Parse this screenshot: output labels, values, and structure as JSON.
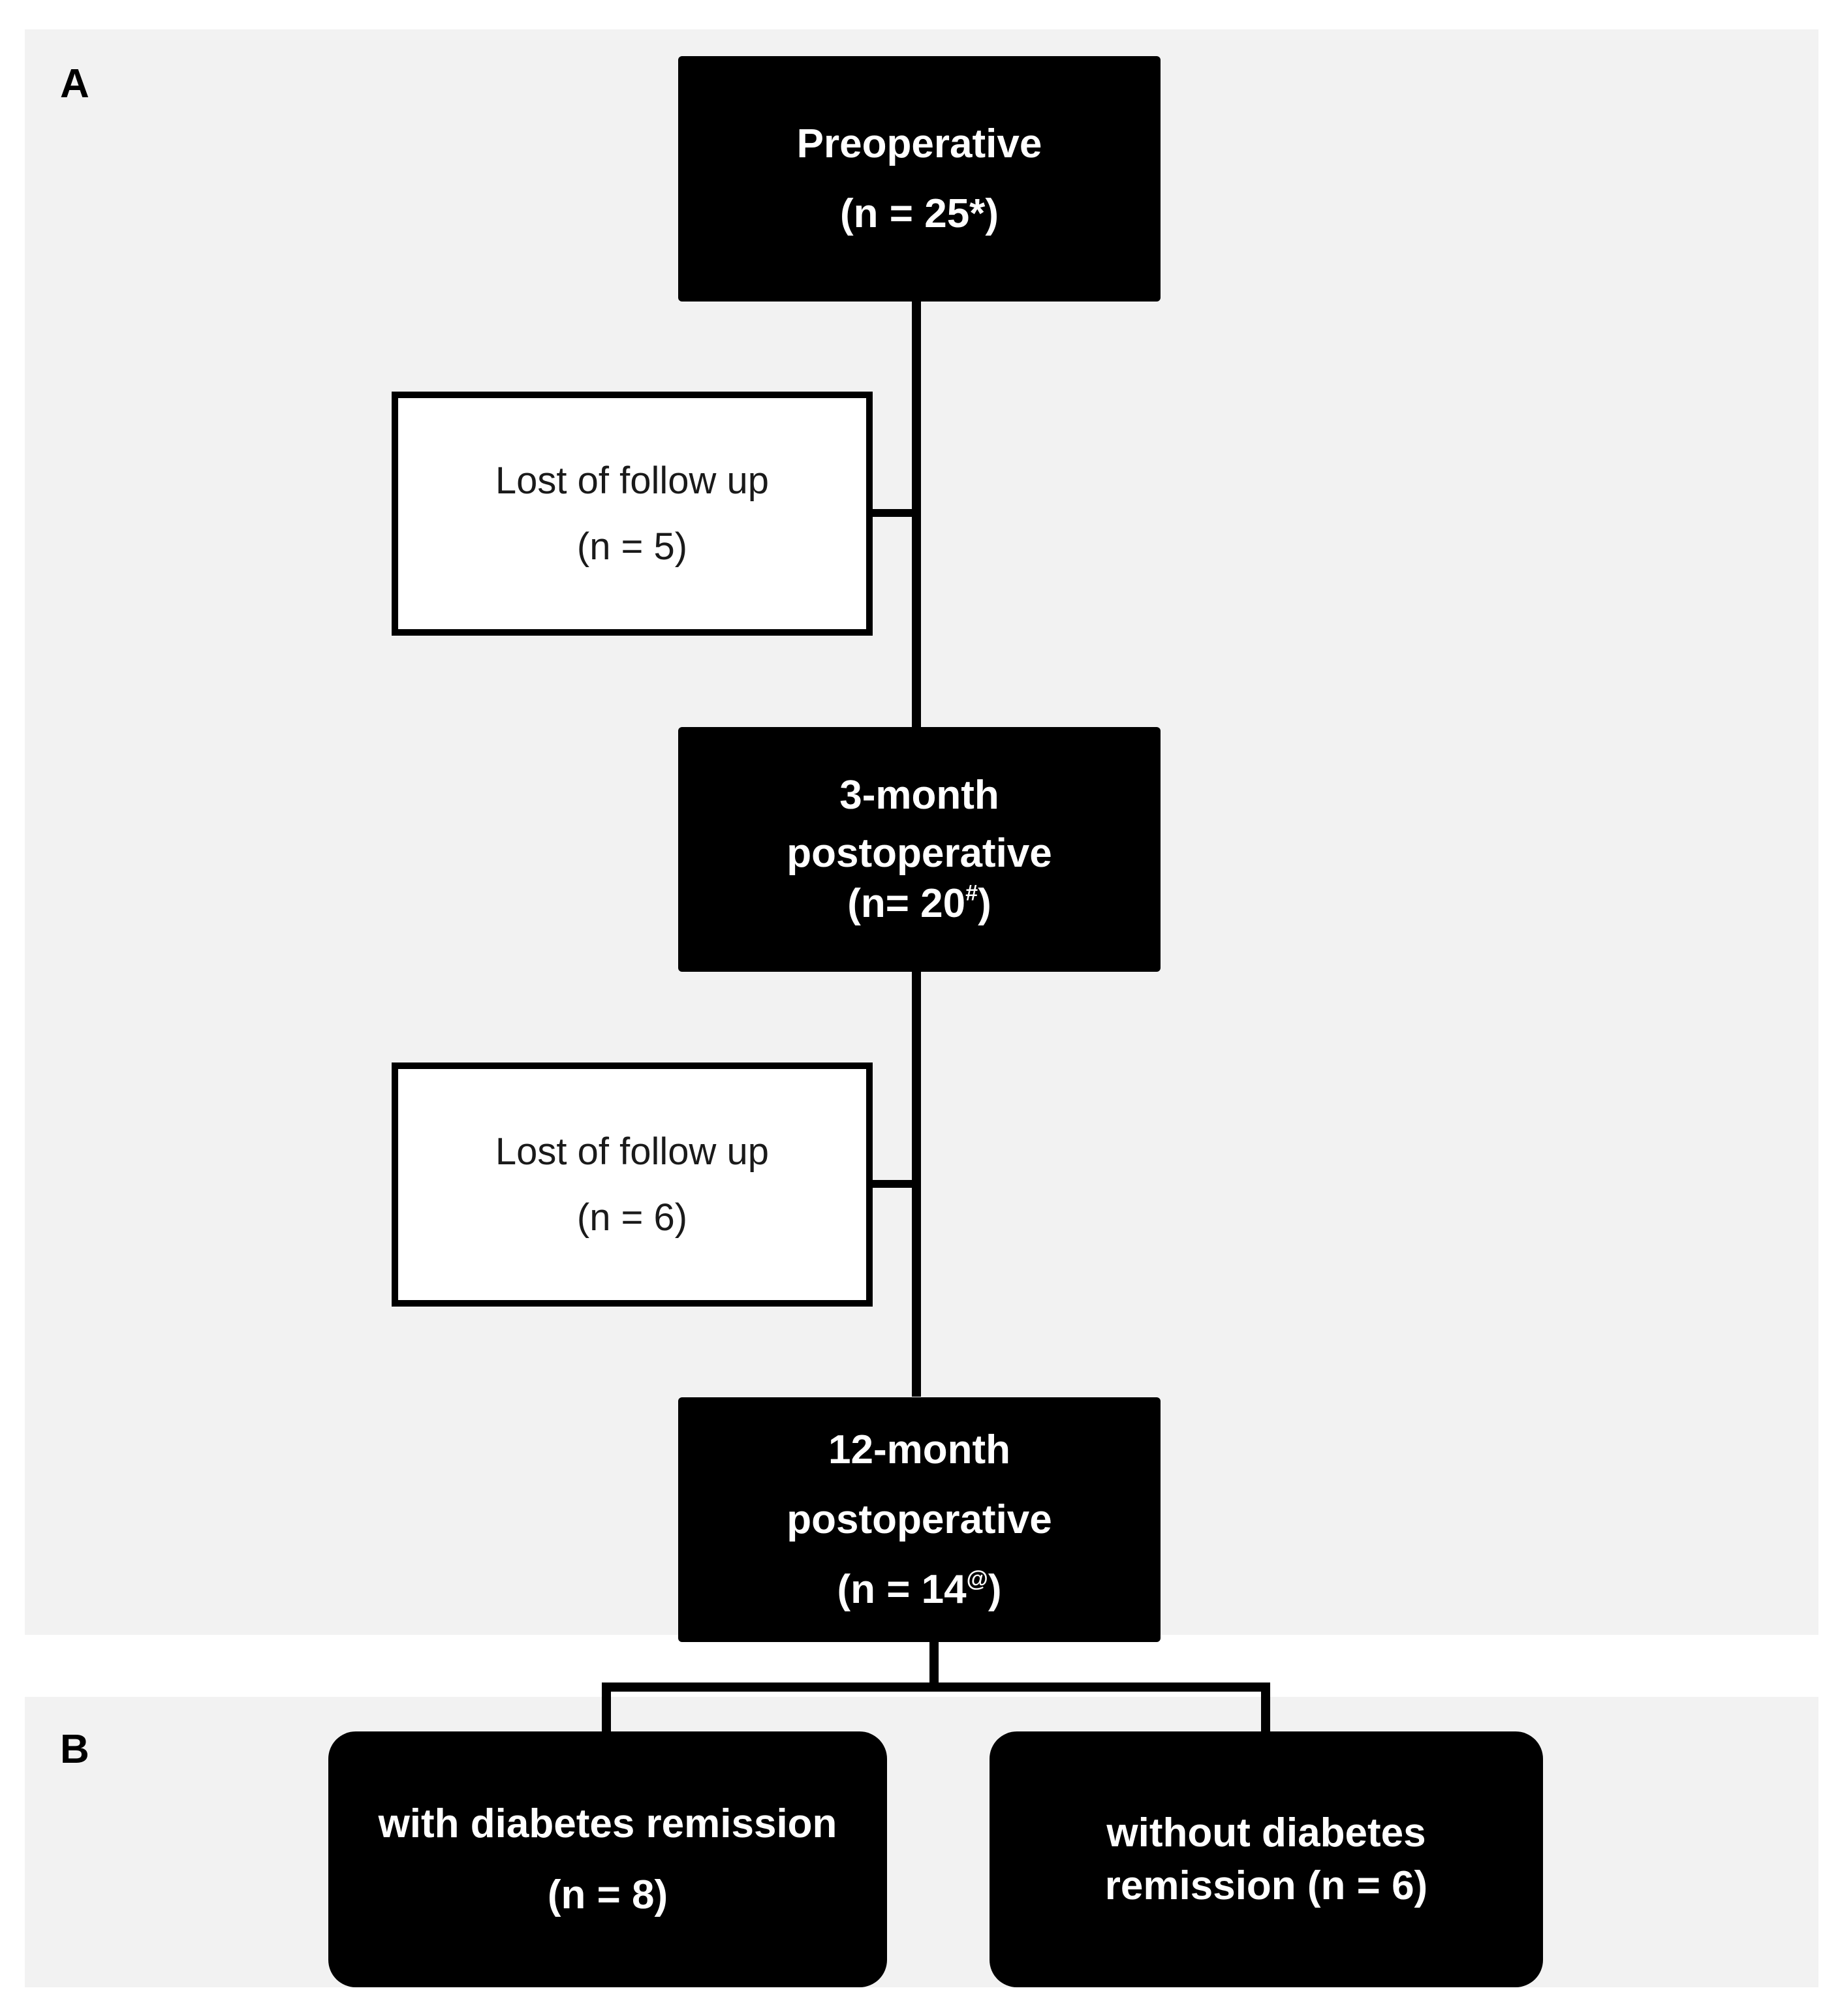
{
  "panels": {
    "a_label": "A",
    "b_label": "B"
  },
  "nodes": {
    "preoperative": {
      "title": "Preoperative",
      "count_prefix": "(n = 25",
      "count_mark": "*",
      "count_suffix": ")"
    },
    "lost1": {
      "title": "Lost of follow up",
      "count": "(n = 5)"
    },
    "month3": {
      "title_line1": "3-month",
      "title_line2": "postoperative",
      "count_prefix": "(n= 20",
      "count_mark": "#",
      "count_suffix": ")"
    },
    "lost2": {
      "title": "Lost of follow up",
      "count": "(n = 6)"
    },
    "month12": {
      "title_line1": "12-month",
      "title_line2": "postoperative",
      "count_prefix": "(n = 14",
      "count_mark": "@",
      "count_suffix": ")"
    },
    "remission": {
      "line1": "with diabetes remission",
      "line2": "(n = 8)"
    },
    "no_remission": {
      "line1": "without diabetes",
      "line2": "remission (n = 6)"
    }
  }
}
